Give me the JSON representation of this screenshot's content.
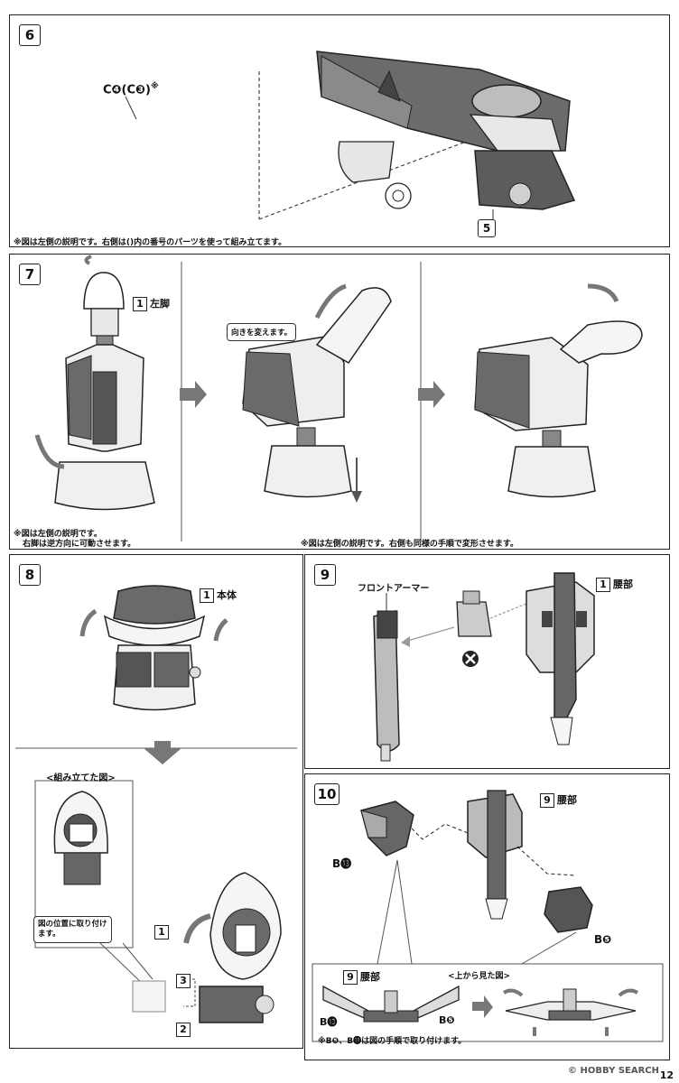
{
  "step6": {
    "number": "6",
    "part_code": "C❹(C❸)",
    "note_mark": "※",
    "part_number": "5",
    "note": "※図は左側の説明です。右側は()内の番号のパーツを使って組み立てます。"
  },
  "step7": {
    "number": "7",
    "part_number": "1",
    "part_label": "左脚",
    "callout": "向きを変えます。",
    "note_left_1": "※図は左側の説明です。",
    "note_left_2": "右脚は逆方向に可動させます。",
    "note_right": "※図は左側の説明です。右側も同様の手順で変形させます。"
  },
  "step8": {
    "number": "8",
    "part_number": "1",
    "part_label": "本体",
    "assembled_title": "<組み立てた図>",
    "callout_1": "図の位置に取り付け",
    "callout_2": "ます。",
    "label_1": "1",
    "label_2": "2",
    "label_3": "3"
  },
  "step9": {
    "number": "9",
    "front_armor": "フロントアーマー",
    "part_number": "1",
    "part_label": "腰部",
    "reject_mark": "✖"
  },
  "step10": {
    "number": "10",
    "part_number": "9",
    "part_label": "腰部",
    "b13": "B⓭",
    "b5": "B❺",
    "sub_part_number": "9",
    "sub_part_label": "腰部",
    "top_view": "<上から見た図>",
    "sub_b13": "B⓭",
    "sub_b5": "B❺",
    "note": "※B❺、B⓭は図の手順で取り付けます。"
  },
  "footer": {
    "watermark": "© HOBBY SEARCH",
    "page": "12"
  }
}
